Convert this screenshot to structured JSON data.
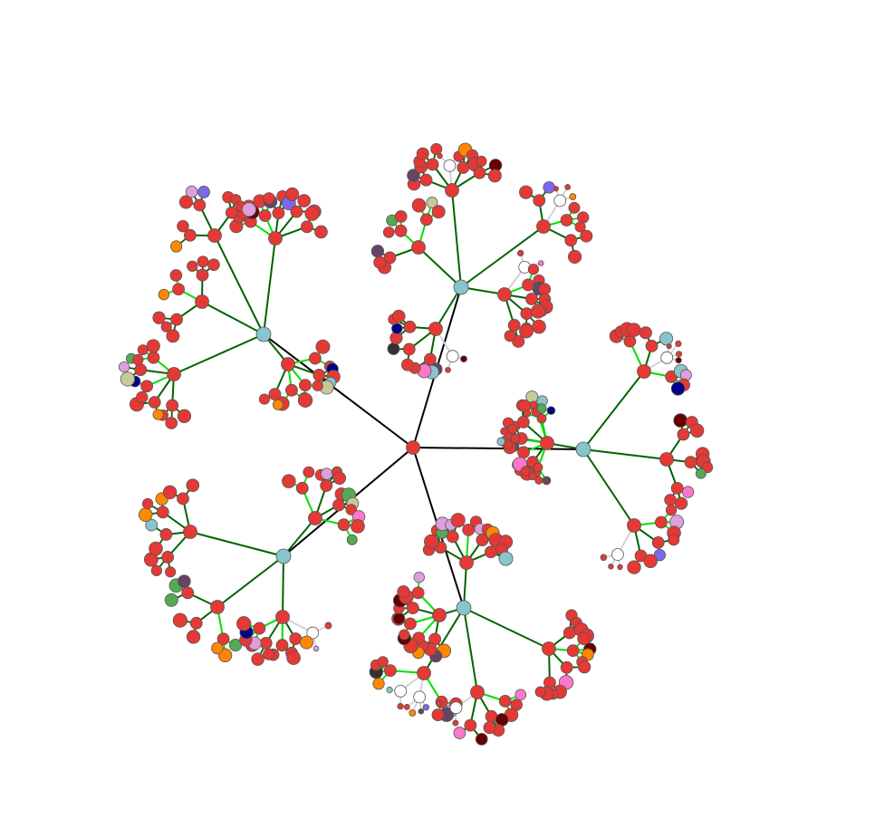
{
  "diagram": {
    "type": "radial-tree",
    "background": "#ffffff",
    "colors": {
      "trunk_edge": "#000000",
      "branch_edge": "#006400",
      "twig_edge": "#00e000",
      "inactive_edge": "#d3d3d3",
      "hub_node": "#e53935",
      "root_node": "#e53935",
      "junction_node": "#87c5cc",
      "leaf_palette": [
        "#e53935",
        "#e53935",
        "#e53935",
        "#e53935",
        "#c8c89a",
        "#87c5cc",
        "#7b68ee",
        "#55aa55",
        "#333333",
        "#ff77cc",
        "#00008b",
        "#ff8800",
        "#660000",
        "#664466",
        "#dda0dd"
      ]
    },
    "clusters": [
      "top",
      "top-right-upper",
      "top-left",
      "left",
      "right",
      "bottom-right",
      "bottom",
      "bottom-left"
    ]
  }
}
